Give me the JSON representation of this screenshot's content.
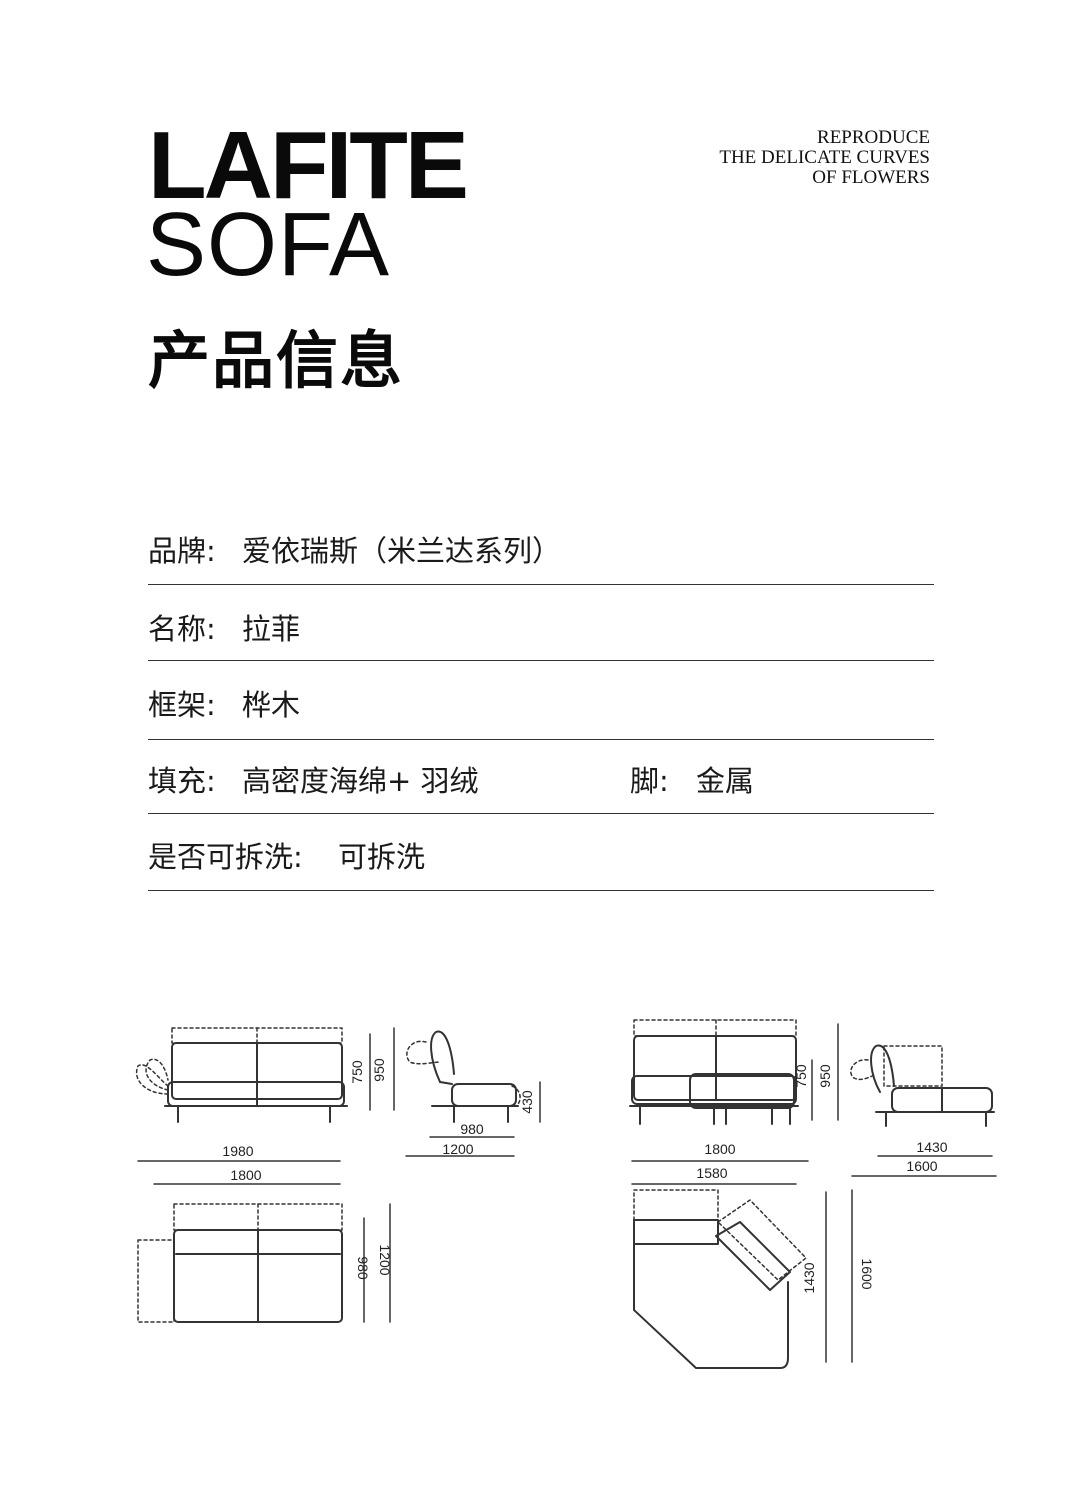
{
  "header": {
    "brand_line1": "LAFITE",
    "brand_line2": "SOFA",
    "tagline": [
      "REPRODUCE",
      "THE DELICATE CURVES",
      "OF FLOWERS"
    ],
    "section_title": "产品信息"
  },
  "specs": [
    {
      "label": "品牌:",
      "value": "爱依瑞斯（米兰达系列）"
    },
    {
      "label": "名称:",
      "value": "拉菲"
    },
    {
      "label": "框架:",
      "value": "桦木"
    },
    {
      "label": "填充:",
      "value": "高密度海绵+ 羽绒",
      "label2": "脚:",
      "value2": "金属"
    },
    {
      "label": "是否可拆洗:",
      "value": "可拆洗"
    }
  ],
  "dimensions": {
    "straight_front": {
      "width_total": "1980",
      "width_body": "1800",
      "height_seat_back": "750",
      "height_total": "950"
    },
    "straight_side": {
      "depth_seat": "980",
      "depth_total": "1200",
      "seat_height": "430"
    },
    "straight_top": {
      "depth_seat": "980",
      "depth_total": "1200"
    },
    "corner_front": {
      "width_total": "1800",
      "width_body": "1580",
      "height_seat_back": "750",
      "height_total": "950"
    },
    "corner_side": {
      "depth_seat": "1430",
      "depth_total": "1600"
    },
    "corner_top": {
      "depth_seat": "1430",
      "depth_total": "1600"
    }
  }
}
